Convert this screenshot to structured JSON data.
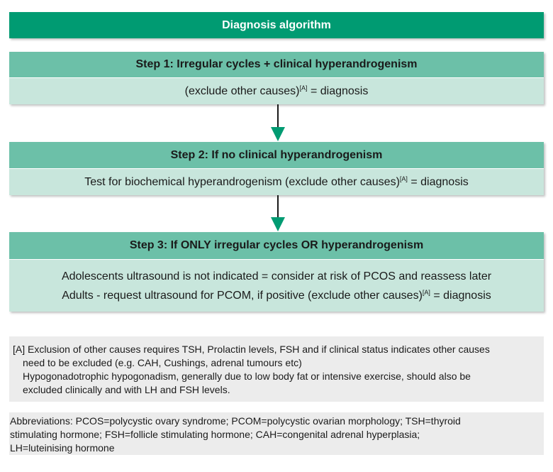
{
  "title": "Diagnosis algorithm",
  "steps": [
    {
      "heading": "Step 1: Irregular cycles + clinical hyperandrogenism",
      "lines": [
        {
          "before": "(exclude other causes)",
          "sup": "[A]",
          "after": " = diagnosis"
        }
      ]
    },
    {
      "heading": "Step 2: If no clinical hyperandrogenism",
      "lines": [
        {
          "before": "Test for biochemical hyperandrogenism (exclude other causes)",
          "sup": "[A]",
          "after": " = diagnosis"
        }
      ]
    },
    {
      "heading": "Step 3: If ONLY irregular cycles OR hyperandrogenism",
      "lines": [
        {
          "before": "Adolescents ultrasound is not indicated = consider at risk of PCOS and reassess later",
          "sup": "",
          "after": ""
        },
        {
          "before": "Adults - request ultrasound for PCOM, if positive (exclude other causes)",
          "sup": "[A]",
          "after": " = diagnosis"
        }
      ]
    }
  ],
  "footnote": {
    "line1": "[A] Exclusion of other causes requires TSH, Prolactin levels, FSH and if clinical status indicates other causes",
    "line2": "need to be excluded (e.g. CAH, Cushings, adrenal tumours etc)",
    "line3": "Hypogonadotrophic hypogonadism, generally due to low body fat or intensive exercise, should also be",
    "line4": "excluded clinically and with LH and FSH levels."
  },
  "abbreviations": {
    "line1": "Abbreviations: PCOS=polycystic ovary syndrome; PCOM=polycystic ovarian morphology; TSH=thyroid",
    "line2": "stimulating hormone; FSH=follicle stimulating hormone; CAH=congenital adrenal hyperplasia;",
    "line3": "LH=luteinising hormone"
  },
  "colors": {
    "title_bg": "#009b72",
    "step_head_bg": "#6cc0a8",
    "step_body_bg": "#c8e6dc",
    "arrow": "#009b72",
    "note_bg": "#ececec"
  }
}
